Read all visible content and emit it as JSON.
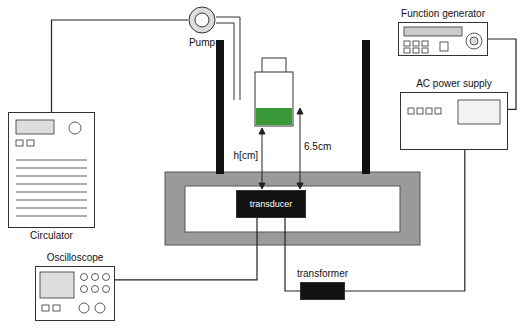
{
  "diagram": {
    "nodes": [
      {
        "text": [
          "Pump"
        ]
      },
      {
        "text": [
          "Function generator"
        ]
      },
      {
        "text": [
          "AC power supply"
        ]
      },
      {
        "text": [
          "Circulator"
        ]
      },
      {
        "text": [
          "transducer"
        ]
      },
      {
        "text": [
          "Oscilloscope"
        ]
      },
      {
        "text": [
          "transformer"
        ]
      }
    ],
    "edges": [
      {
        "from": 3,
        "to": 0,
        "arrow": "none"
      },
      {
        "from": 1,
        "to": 2,
        "arrow": "none"
      },
      {
        "from": 2,
        "to": 6,
        "arrow": "none"
      },
      {
        "from": 6,
        "to": 4,
        "arrow": "none"
      },
      {
        "from": 5,
        "to": 4,
        "arrow": "none"
      }
    ],
    "labels": [
      "6.5cm",
      "h[cm]"
    ]
  }
}
